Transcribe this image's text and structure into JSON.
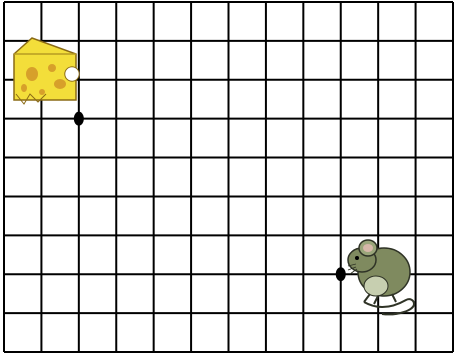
{
  "grid": {
    "columns": 12,
    "rows": 9,
    "line_color": "#000000",
    "background_color": "#ffffff"
  },
  "items": {
    "cheese": {
      "icon": "cheese-icon",
      "colors": {
        "body": "#f3de3a",
        "hole": "#d7a02a",
        "outline": "#8a6a15"
      }
    },
    "mouse": {
      "icon": "mouse-icon",
      "colors": {
        "body": "#7f8a5f",
        "belly": "#c7cfb0",
        "outline": "#2f3326"
      }
    }
  },
  "dots": {
    "cheese_dot": {
      "col": 2,
      "row": 3,
      "color": "#000000"
    },
    "mouse_dot": {
      "col": 9,
      "row": 7,
      "color": "#000000"
    }
  }
}
